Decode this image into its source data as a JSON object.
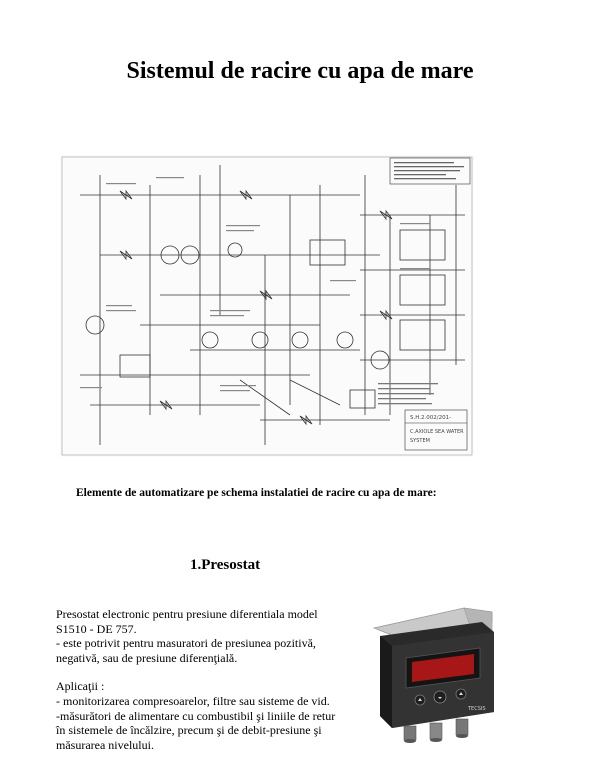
{
  "document": {
    "title": "Sistemul de racire cu apa de mare",
    "subtitle": "Elemente de automatizare pe schema instalatiei de racire cu apa de mare:",
    "section": {
      "heading": "1.Presostat",
      "description_lines": [
        "Presostat electronic pentru presiune diferentiala model",
        "S1510 - DE 757.",
        "- este potrivit pentru masuratori de presiunea pozitivă,",
        "negativă, sau de presiune diferenţială."
      ],
      "applications_title": "Aplicaţii :",
      "application_lines": [
        "- monitorizarea compresoarelor, filtre sau sisteme de vid.",
        "-măsurători de alimentare cu combustibil şi liniile de retur",
        "în sistemele de încălzire, precum şi de debit-presiune şi",
        "măsurarea nivelului."
      ]
    }
  },
  "schematic": {
    "icon": "piping-diagram-icon",
    "title_block": [
      "S.H.2.002/201-",
      "C.AXIOLE SEA WATER",
      "SYSTEM"
    ]
  },
  "device": {
    "icon": "pressure-switch-device-icon",
    "brand": "TECSIS"
  },
  "colors": {
    "text": "#000000",
    "background": "#ffffff",
    "device_body": "#2a2a2a",
    "display": "#c21818"
  }
}
